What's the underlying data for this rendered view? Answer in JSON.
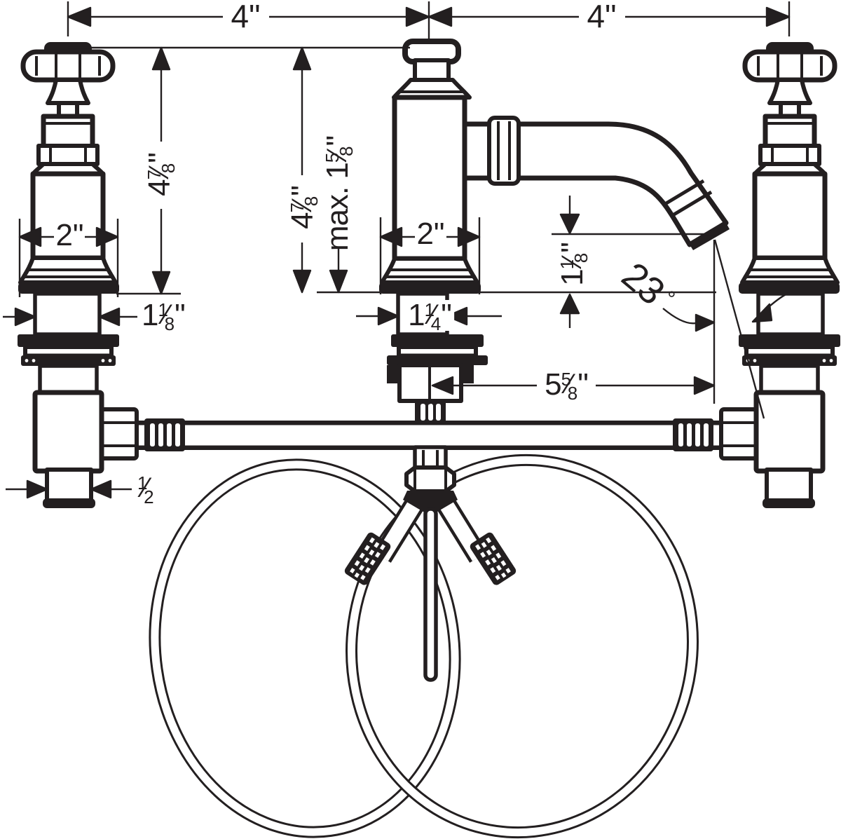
{
  "drawing": {
    "type": "faucet installation dimensional drawing",
    "style_colors": {
      "line": "#231f20",
      "background": "#ffffff"
    }
  },
  "ui": {
    "fraction_slash": "⁄"
  },
  "dimensions": {
    "handle_spacing_left": {
      "value": "4",
      "unit": "\""
    },
    "handle_spacing_right": {
      "value": "4",
      "unit": "\""
    },
    "handle_height": {
      "value": "4",
      "num": "7",
      "den": "8",
      "slash": "⁄",
      "unit": "\""
    },
    "spout_height": {
      "value": "4",
      "num": "7",
      "den": "8",
      "slash": "⁄",
      "unit": "\""
    },
    "max_spout_clearance": {
      "prefix": "max. ",
      "value": "1",
      "num": "5",
      "den": "8",
      "slash": "⁄",
      "unit": "\""
    },
    "handle_base_diameter": {
      "value": "2",
      "unit": "\""
    },
    "spout_base_diameter": {
      "value": "2",
      "unit": "\""
    },
    "handle_shank_diameter": {
      "value": "1",
      "num": "1",
      "den": "8",
      "slash": "⁄",
      "unit": "\""
    },
    "spout_shank_diameter": {
      "value": "1",
      "num": "1",
      "den": "4",
      "slash": "⁄",
      "unit": "\""
    },
    "outlet_height": {
      "value": "1",
      "num": "1",
      "den": "8",
      "slash": "⁄",
      "unit": "\""
    },
    "spout_angle": {
      "value": "23",
      "unit": "°"
    },
    "spout_reach": {
      "value": "5",
      "num": "5",
      "den": "8",
      "slash": "⁄",
      "unit": "\""
    },
    "connection_size": {
      "num": "1",
      "den": "2",
      "slash": "⁄"
    }
  }
}
